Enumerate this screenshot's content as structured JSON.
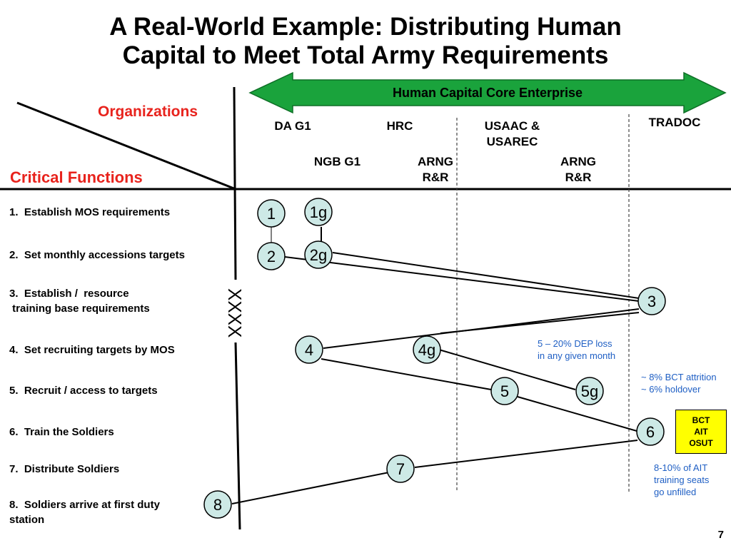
{
  "title": {
    "line1": "A Real-World Example:  Distributing Human",
    "line2": "Capital to Meet Total Army Requirements"
  },
  "enterprise_label": "Human Capital Core Enterprise",
  "organizations_label": "Organizations",
  "critical_functions_label": "Critical Functions",
  "orgs": {
    "da_g1": "DA G1",
    "hrc": "HRC",
    "usaac_1": "USAAC &",
    "usaac_2": "USAREC",
    "tradoc": "TRADOC",
    "ngb_g1": "NGB G1",
    "arng_rr_1a": "ARNG",
    "arng_rr_1b": "R&R",
    "arng_rr_2a": "ARNG",
    "arng_rr_2b": "R&R"
  },
  "functions": [
    "1.  Establish MOS requirements",
    "2.  Set monthly accessions targets",
    "3.  Establish /  resource\n training base requirements",
    "4.  Set recruiting targets by MOS",
    "5.  Recruit / access to targets",
    "6.  Train the Soldiers",
    "7.  Distribute Soldiers",
    "8.  Soldiers arrive at first duty\nstation"
  ],
  "break_mark": "XXXX",
  "nodes": {
    "n1": "1",
    "n1g": "1g",
    "n2": "2",
    "n2g": "2g",
    "n3": "3",
    "n4": "4",
    "n4g": "4g",
    "n5": "5",
    "n5g": "5g",
    "n6": "6",
    "n7": "7",
    "n8": "8"
  },
  "notes": {
    "dep_loss": "5 – 20% DEP loss\nin any given month",
    "attrition": "~ 8% BCT attrition\n~ 6% holdover",
    "unfilled": "8-10% of AIT\ntraining seats\ngo unfilled"
  },
  "box": {
    "line1": "BCT",
    "line2": "AIT",
    "line3": "OSUT"
  },
  "page_number": "7",
  "colors": {
    "arrow_green": "#1aa33c",
    "node_fill": "#cde9e6",
    "red_label": "#e8231d",
    "note_blue": "#1f5fc4",
    "box_yellow": "#ffff00"
  }
}
